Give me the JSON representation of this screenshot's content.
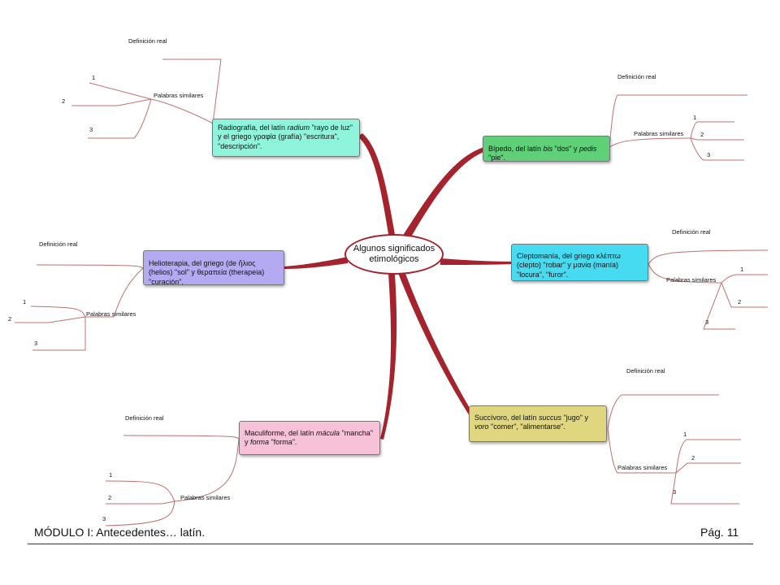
{
  "center": {
    "line1": "Algunos significados",
    "line2": "etimológicos"
  },
  "colors": {
    "branch": "#a5232c",
    "twig": "#c0706f"
  },
  "labels": {
    "definicion": "Definición real",
    "palabras": "Palabras similares",
    "n1": "1",
    "n2": "2",
    "n3": "3"
  },
  "nodes": {
    "radiografia": {
      "t1": "Radiografía, del latín ",
      "i1": "radium",
      "t2": " \"rayo de luz\" y el griego γραφία (grafía) \"escritura\", \"descripción\".",
      "color": "#8ef5dc"
    },
    "bipedo": {
      "t1": "Bípedo, del latín ",
      "i1": "bis",
      "t2": " \"dos\" y ",
      "i2": "pedis",
      "t3": " \"pie\".",
      "color": "#5fcf78"
    },
    "helioterapia": {
      "t1": "Helioterapia, del griego (de ἥλιος (helios) \"sol\" y θεραπεία (therapeia) \"curación\".",
      "color": "#b3aaf2"
    },
    "cleptomania": {
      "t1": "Cleptomanía, del griego κλέπτω (clepto) \"robar\" y μανία (manía) \"locura\", \"furor\".",
      "color": "#46dbf0"
    },
    "maculiforme": {
      "t1": "Maculiforme, del latín ",
      "i1": "mácula",
      "t2": " \"mancha\" y ",
      "i2": "forma",
      "t3": " \"forma\".",
      "color": "#f7c1d8"
    },
    "succivoro": {
      "t1": "Succívoro, del latín ",
      "i1": "succus",
      "t2": " \"jugo\" y ",
      "i2": "voro",
      "t3": " \"comer\", \"alimentarse\".",
      "color": "#e0d680"
    }
  },
  "footer": {
    "left": "MÓDULO I: Antecedentes… latín.",
    "right": "Pág. 11"
  }
}
